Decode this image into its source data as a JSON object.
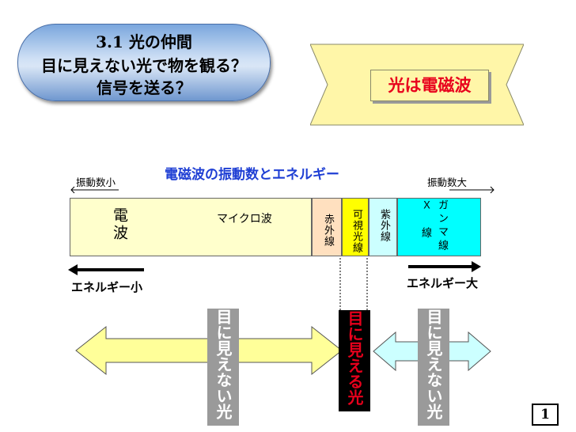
{
  "title": {
    "line1_num": "3.1",
    "line1_text": " 光の仲間",
    "line2": "目に見えない光で物を観る？",
    "line3": "信号を送る？"
  },
  "callout": {
    "text": "光は電磁波"
  },
  "diagram": {
    "title": "電磁波の振動数とエネルギー",
    "freq_low": "振動数小",
    "freq_high": "振動数大",
    "bands": {
      "radio": "電波",
      "microwave": "マイクロ波",
      "infrared": "赤外線",
      "visible": "可視光線",
      "ultraviolet": "紫外線",
      "xray": "Ｘ線",
      "gamma": "ガンマ線"
    },
    "energy_low": "エネルギー小",
    "energy_high": "エネルギー大",
    "invisible_left": "目に見えない光",
    "visible_center": "目に見える光",
    "invisible_right": "目に見えない光"
  },
  "colors": {
    "radio_band": "#ffffcc",
    "infrared_band": "#ffe0bf",
    "visible_band": "#ffff00",
    "ultraviolet_band": "#ccffff",
    "xray_gamma_band": "#00ffff",
    "title_blue": "#1f3fd4",
    "visible_text_red": "#e8001c",
    "gray_box": "#9a9a9a",
    "black_box": "#000000",
    "arrow_fill": "#ffff99",
    "arrow_fill_right": "#ccffff"
  },
  "page_number": "1"
}
